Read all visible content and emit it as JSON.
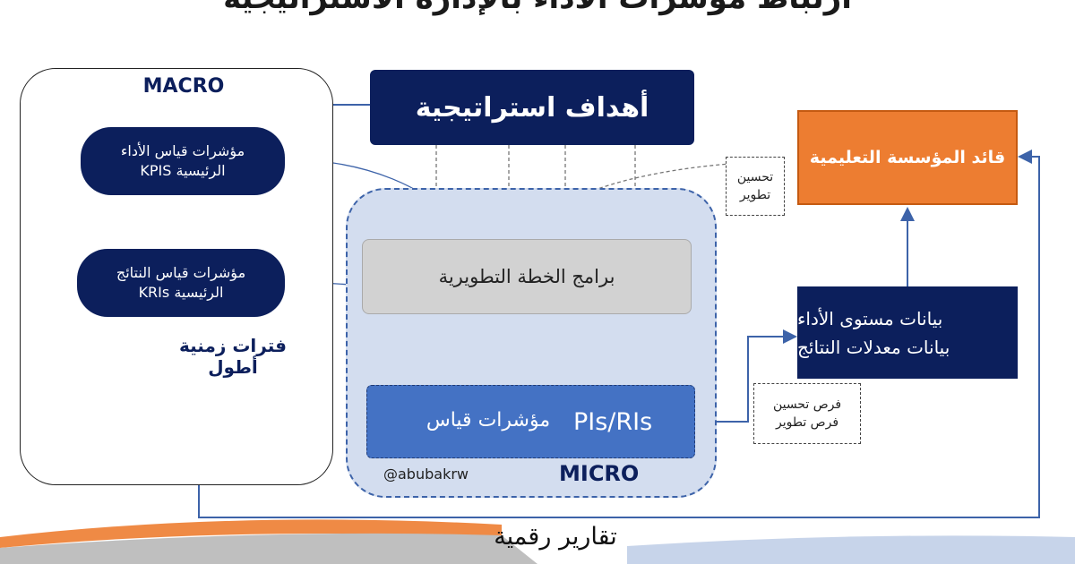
{
  "title": "ارتباط مؤشرات الأداء بالإدارة الاستراتيجية",
  "macro_label": "MACRO",
  "kpis": {
    "line1": "مؤشرات قياس الأداء",
    "line2": "الرئيسية KPIS"
  },
  "kris": {
    "line1": "مؤشرات قياس النتائج",
    "line2": "الرئيسية KRIs"
  },
  "longer_periods": "فترات زمنية أطول",
  "strategic_goals": "أهداف استراتيجية",
  "development_programs": "برامج الخطة التطويرية",
  "pis_label": "PIs/RIs",
  "measures_label": "مؤشرات قياس",
  "handle": "@abubakrw",
  "micro_label": "MICRO",
  "leader": "قائد المؤسسة التعليمية",
  "improve_note": {
    "line1": "تحسين",
    "line2": "تطوير"
  },
  "data": {
    "line1": "بيانات مستوى الأداء",
    "line2": "بيانات معدلات النتائج"
  },
  "opportunities_note": {
    "line1": "فرص تحسين",
    "line2": "فرص تطوير"
  },
  "digital_reports": "تقارير رقمية",
  "colors": {
    "navy": "#0c1f5c",
    "blue": "#4472c4",
    "orange": "#ed7d31",
    "micro_bg": "#d3ddef",
    "plan_gray": "#d2d2d2",
    "head_yellow": "#f7d155",
    "gear_green": "#92c47d"
  },
  "icons": [
    "head-with-gears-icon",
    "small-head-gear-icon"
  ]
}
